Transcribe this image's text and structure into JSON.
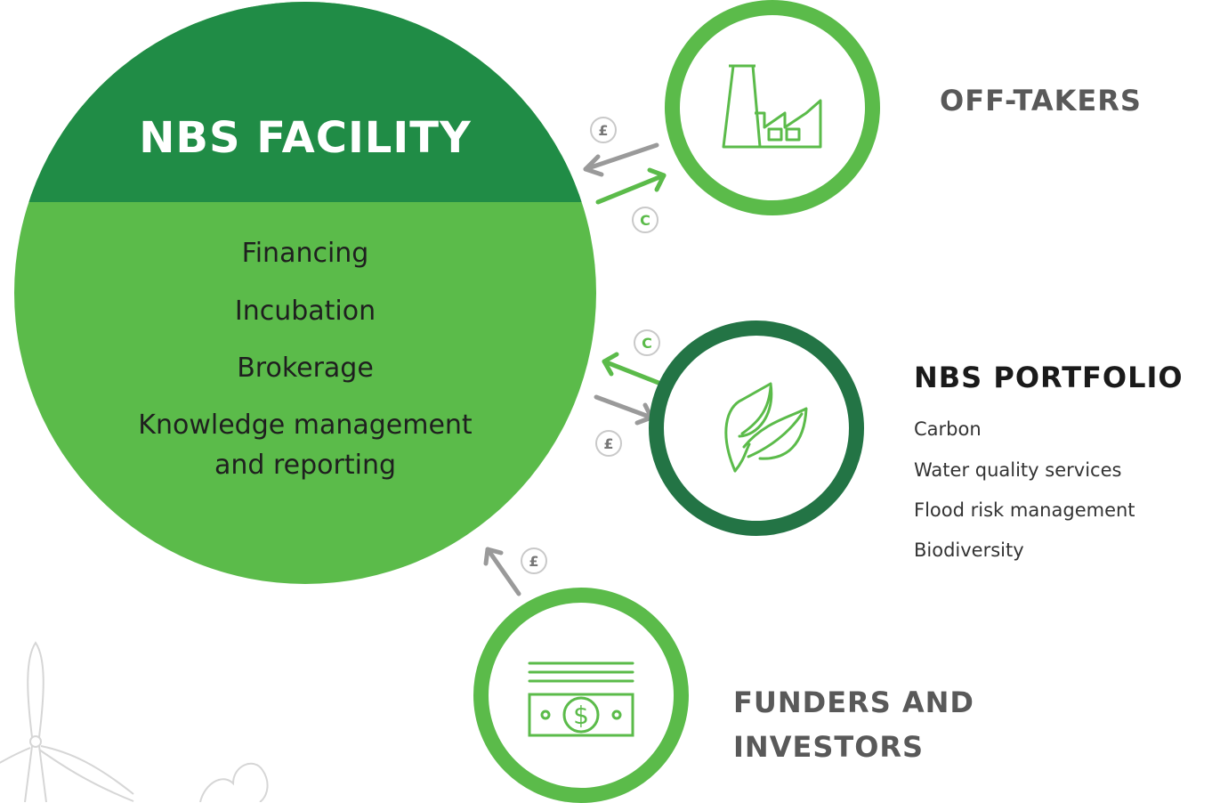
{
  "colors": {
    "dark_green": "#208c46",
    "light_green": "#5bbb4a",
    "portfolio_ring": "#237445",
    "arrow_grey": "#9a9a9a",
    "decor_grey": "#d6d6d6"
  },
  "facility": {
    "title": "NBS FACILITY",
    "functions": [
      "Financing",
      "Incubation",
      "Brokerage",
      "Knowledge management",
      "and reporting"
    ]
  },
  "off_takers": {
    "title": "OFF-TAKERS",
    "icon": "factory-icon"
  },
  "portfolio": {
    "title": "NBS PORTFOLIO",
    "icon": "leaf-icon",
    "items": [
      "Carbon",
      "Water quality services",
      "Flood risk management",
      "Biodiversity"
    ]
  },
  "funders": {
    "title": "FUNDERS AND INVESTORS",
    "icon": "banknote-icon"
  },
  "badges": {
    "currency": "£",
    "carbon": "C"
  }
}
